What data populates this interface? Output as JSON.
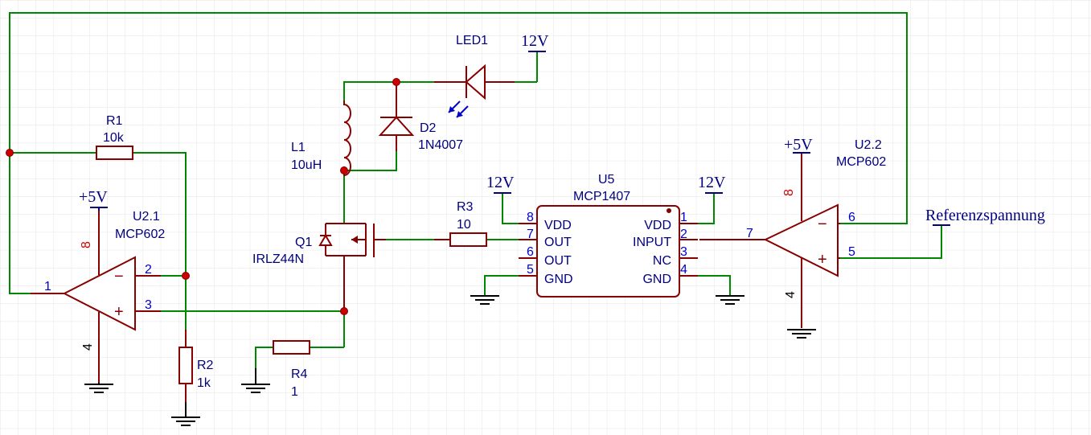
{
  "components": {
    "r1": {
      "ref": "R1",
      "value": "10k"
    },
    "r2": {
      "ref": "R2",
      "value": "1k"
    },
    "r3": {
      "ref": "R3",
      "value": "10"
    },
    "r4": {
      "ref": "R4",
      "value": "1"
    },
    "l1": {
      "ref": "L1",
      "value": "10uH"
    },
    "d2": {
      "ref": "D2",
      "value": "1N4007"
    },
    "led1": {
      "ref": "LED1"
    },
    "q1": {
      "ref": "Q1",
      "value": "IRLZ44N"
    },
    "u21": {
      "ref": "U2.1",
      "value": "MCP602"
    },
    "u22": {
      "ref": "U2.2",
      "value": "MCP602"
    },
    "u5": {
      "ref": "U5",
      "value": "MCP1407"
    }
  },
  "nets": {
    "v12_led": "12V",
    "v12_u5_left": "12V",
    "v12_u5_right": "12V",
    "v5_u21": "+5V",
    "v5_u22": "+5V",
    "reference": "Referenzspannung"
  },
  "u5_pins": {
    "left": [
      {
        "num": "8",
        "name": "VDD"
      },
      {
        "num": "7",
        "name": "OUT"
      },
      {
        "num": "6",
        "name": "OUT"
      },
      {
        "num": "5",
        "name": "GND"
      }
    ],
    "right": [
      {
        "num": "1",
        "name": "VDD"
      },
      {
        "num": "2",
        "name": "INPUT"
      },
      {
        "num": "3",
        "name": "NC"
      },
      {
        "num": "4",
        "name": "GND"
      }
    ]
  },
  "opamp_pins": {
    "u21": {
      "out": "1",
      "inv": "2",
      "noninv": "3",
      "vcc": "8",
      "gnd": "4"
    },
    "u22": {
      "out": "7",
      "inv": "6",
      "noninv": "5",
      "vcc": "8",
      "gnd": "4"
    }
  },
  "signs": {
    "minus": "−",
    "plus": "+"
  }
}
